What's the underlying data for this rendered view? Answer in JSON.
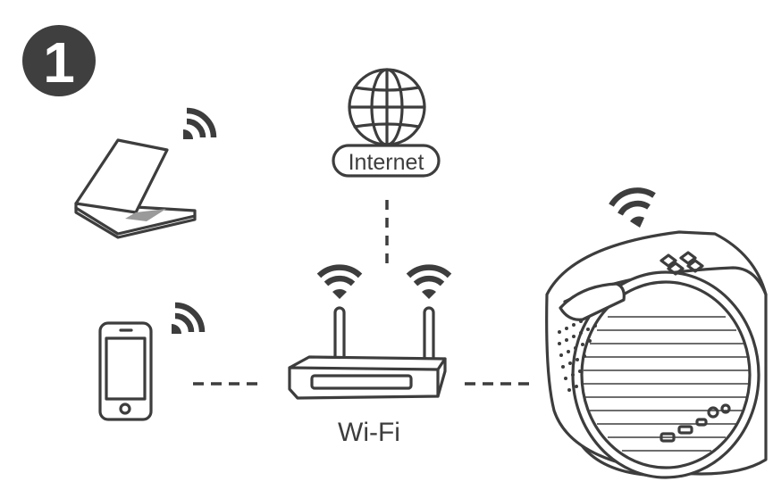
{
  "step": {
    "number": "1",
    "badge_color": "#3f3f3f"
  },
  "internet": {
    "label": "Internet",
    "icon": "globe-icon"
  },
  "router": {
    "label": "Wi-Fi",
    "icon": "router-icon"
  },
  "devices": [
    {
      "id": "laptop",
      "icon": "laptop-icon"
    },
    {
      "id": "smartphone",
      "icon": "smartphone-icon"
    },
    {
      "id": "projector",
      "icon": "projector-icon"
    }
  ],
  "colors": {
    "ink": "#3d3d3d",
    "background": "#ffffff",
    "screen_fill": "#9a9a9a"
  }
}
